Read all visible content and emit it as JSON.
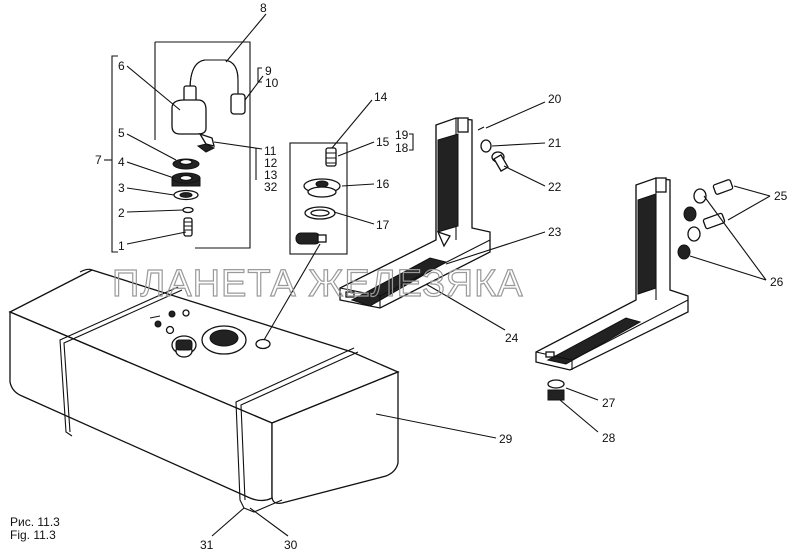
{
  "figure": {
    "caption_ru": "Рис. 11.3",
    "caption_en": "Fig. 11.3",
    "watermark": "ПЛАНЕТА ЖЕЛЕЗЯКА"
  },
  "callouts": {
    "c1": "1",
    "c2": "2",
    "c3": "3",
    "c4": "4",
    "c5": "5",
    "c6": "6",
    "c7": "7",
    "c8": "8",
    "c9": "9",
    "c10": "10",
    "c11": "11",
    "c12": "12",
    "c13": "13",
    "c14": "14",
    "c15": "15",
    "c16": "16",
    "c17": "17",
    "c18": "18",
    "c19": "19",
    "c20": "20",
    "c21": "21",
    "c22": "22",
    "c23": "23",
    "c24": "24",
    "c25": "25",
    "c26": "26",
    "c27": "27",
    "c28": "28",
    "c29": "29",
    "c30": "30",
    "c31": "31",
    "c32": "32"
  }
}
